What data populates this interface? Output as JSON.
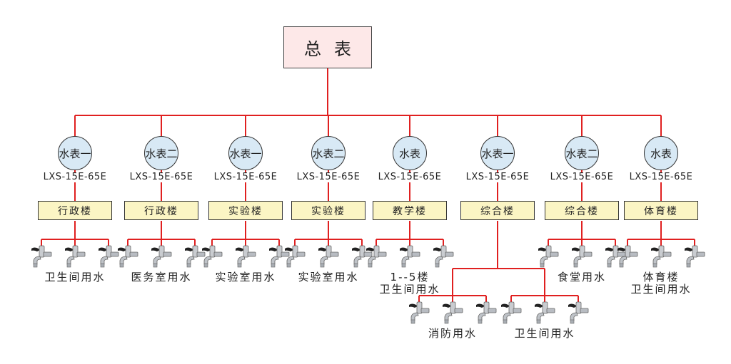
{
  "colors": {
    "pipe": "#e02020",
    "root_fill": "#fde8e8",
    "meter_fill": "#d8e9f5",
    "building_fill": "#fbf5c4",
    "border": "#333333"
  },
  "root": {
    "label": "总表"
  },
  "branches": [
    {
      "meter": "水表一",
      "model": "LXS-15E-65E",
      "building": "行政楼",
      "outlets": [
        {
          "label_lines": [
            "卫生间用水"
          ],
          "faucets": 3
        }
      ]
    },
    {
      "meter": "水表二",
      "model": "LXS-15E-65E",
      "building": "行政楼",
      "outlets": [
        {
          "label_lines": [
            "医务室用水"
          ],
          "faucets": 3
        }
      ]
    },
    {
      "meter": "水表一",
      "model": "LXS-15E-65E",
      "building": "实验楼",
      "outlets": [
        {
          "label_lines": [
            "实验室用水"
          ],
          "faucets": 3
        }
      ]
    },
    {
      "meter": "水表二",
      "model": "LXS-15E-65E",
      "building": "实验楼",
      "outlets": [
        {
          "label_lines": [
            "实验室用水"
          ],
          "faucets": 3
        }
      ]
    },
    {
      "meter": "水表",
      "model": "LXS-15E-65E",
      "building": "教学楼",
      "outlets": [
        {
          "label_lines": [
            "1--5楼",
            "卫生间用水"
          ],
          "faucets": 3
        }
      ]
    },
    {
      "meter": "水表一",
      "model": "LXS-15E-65E",
      "building": "综合楼",
      "outlets": [
        {
          "label_lines": [
            "消防用水"
          ],
          "faucets": 3
        },
        {
          "label_lines": [
            "卫生间用水"
          ],
          "faucets": 3
        }
      ]
    },
    {
      "meter": "水表二",
      "model": "LXS-15E-65E",
      "building": "综合楼",
      "outlets": [
        {
          "label_lines": [
            "食堂用水"
          ],
          "faucets": 3
        }
      ]
    },
    {
      "meter": "水表",
      "model": "LXS-15E-65E",
      "building": "体育楼",
      "outlets": [
        {
          "label_lines": [
            "体育楼",
            "卫生间用水"
          ],
          "faucets": 3
        }
      ]
    }
  ]
}
